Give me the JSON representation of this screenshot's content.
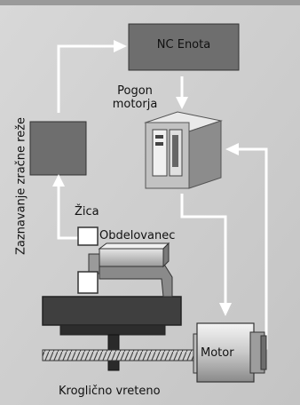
{
  "labels": {
    "nc_unit": "NC Enota",
    "motor_drive": "Pogon motorja",
    "gap_detection": "Zaznavanje zračne reže",
    "wire": "Žica",
    "workpiece": "Obdelovanec",
    "motor": "Motor",
    "ball_screw": "Kroglično vreteno"
  },
  "colors": {
    "background": "#cfcfcf",
    "block_fill": "#6e6e6e",
    "arrow": "#ffffff",
    "table_dark": "#3f3f3f"
  }
}
